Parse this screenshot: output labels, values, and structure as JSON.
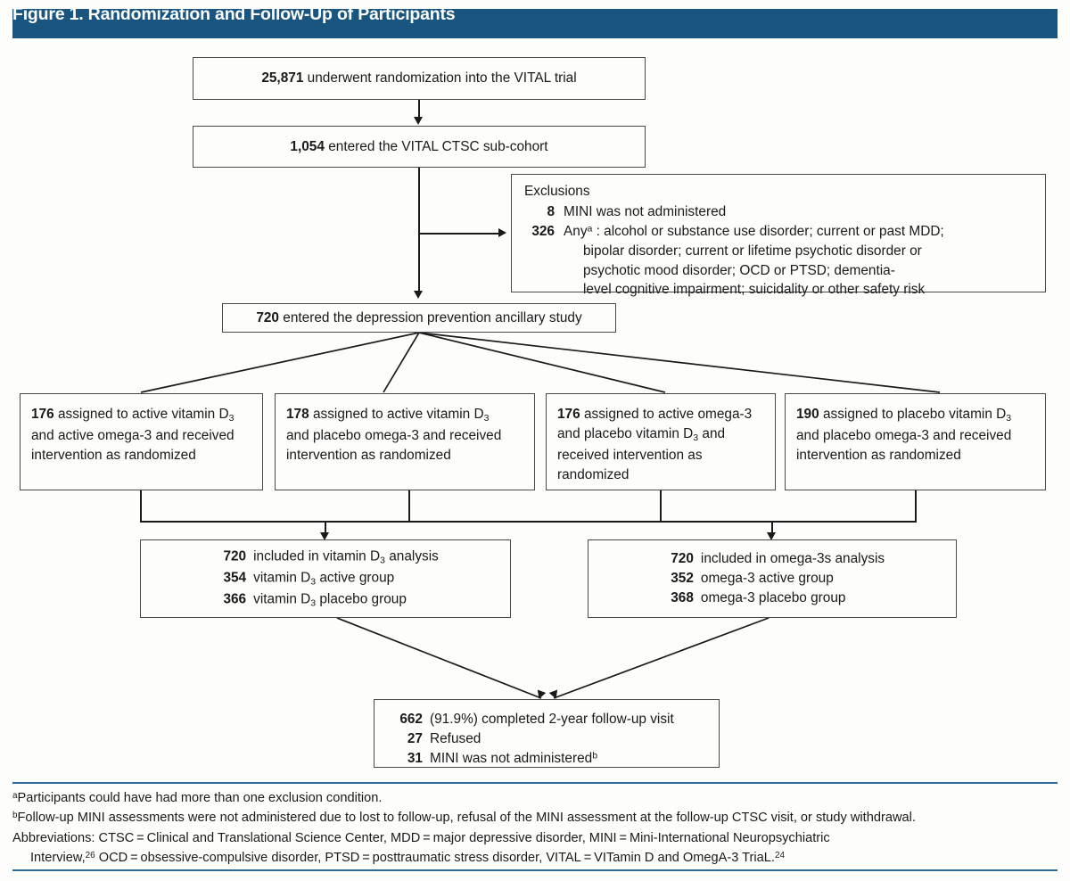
{
  "figure": {
    "title": "Figure 1. Randomization and Follow-Up of Participants",
    "header_color": "#19557f",
    "rule_color": "#2b6a96",
    "box_border_color": "#4a4a4a",
    "background_color": "#fdfdfb"
  },
  "nodes": {
    "randomization": {
      "count": "25,871",
      "text": "underwent randomization into the VITAL trial"
    },
    "subcohort": {
      "count": "1,054",
      "text": "entered the VITAL CTSC sub-cohort"
    },
    "exclusions": {
      "heading": "Exclusions",
      "rows": [
        {
          "count": "8",
          "lines": [
            "MINI was not administered"
          ]
        },
        {
          "count": "326",
          "lines": [
            "Anyᵃ : alcohol or substance use disorder; current or past MDD;",
            "bipolar disorder; current or lifetime psychotic disorder or",
            "psychotic mood disorder; OCD or PTSD; dementia-",
            "level cognitive impairment; suicidality or other safety risk"
          ]
        }
      ]
    },
    "ancillary": {
      "count": "720",
      "text": "entered the depression prevention ancillary study"
    },
    "arms": [
      {
        "count": "176",
        "lines": [
          "assigned to active vitamin D₃",
          "and active omega-3 and received",
          "intervention as randomized"
        ]
      },
      {
        "count": "178",
        "lines": [
          "assigned to active vitamin D₃",
          "and placebo omega-3 and received",
          "intervention as randomized"
        ]
      },
      {
        "count": "176",
        "lines": [
          "assigned to active omega-3",
          "and placebo vitamin D₃ and",
          "received intervention as",
          "randomized"
        ]
      },
      {
        "count": "190",
        "lines": [
          "assigned to placebo vitamin D₃",
          "and placebo omega-3 and received",
          "intervention as randomized"
        ]
      }
    ],
    "analysis_vitd": {
      "rows": [
        {
          "count": "720",
          "text": "included in vitamin D₃ analysis"
        },
        {
          "count": "354",
          "text": "vitamin D₃ active group"
        },
        {
          "count": "366",
          "text": "vitamin D₃ placebo group"
        }
      ]
    },
    "analysis_omega": {
      "rows": [
        {
          "count": "720",
          "text": "included in omega-3s analysis"
        },
        {
          "count": "352",
          "text": "omega-3 active group"
        },
        {
          "count": "368",
          "text": "omega-3 placebo group"
        }
      ]
    },
    "followup": {
      "rows": [
        {
          "count": "662",
          "text": "(91.9%) completed 2-year follow-up visit"
        },
        {
          "count": "27",
          "text": "Refused"
        },
        {
          "count": "31",
          "text": "MINI was not administeredᵇ"
        }
      ]
    }
  },
  "footnotes": {
    "a": "ᵃParticipants could have had more than one exclusion condition.",
    "b": "ᵇFollow-up MINI assessments were not administered due to lost to follow-up, refusal of the MINI assessment at the follow-up CTSC visit, or study withdrawal.",
    "abbrev_line1": "Abbreviations: CTSC = Clinical and Translational Science Center, MDD = major depressive disorder, MINI = Mini-International Neuropsychiatric",
    "abbrev_line2_pre": "Interview,",
    "abbrev_line2_ref1": "26",
    "abbrev_line2_mid": " OCD = obsessive-compulsive disorder, PTSD = posttraumatic stress disorder, VITAL = VITamin D and OmegA-3 TriaL.",
    "abbrev_line2_ref2": "24"
  }
}
